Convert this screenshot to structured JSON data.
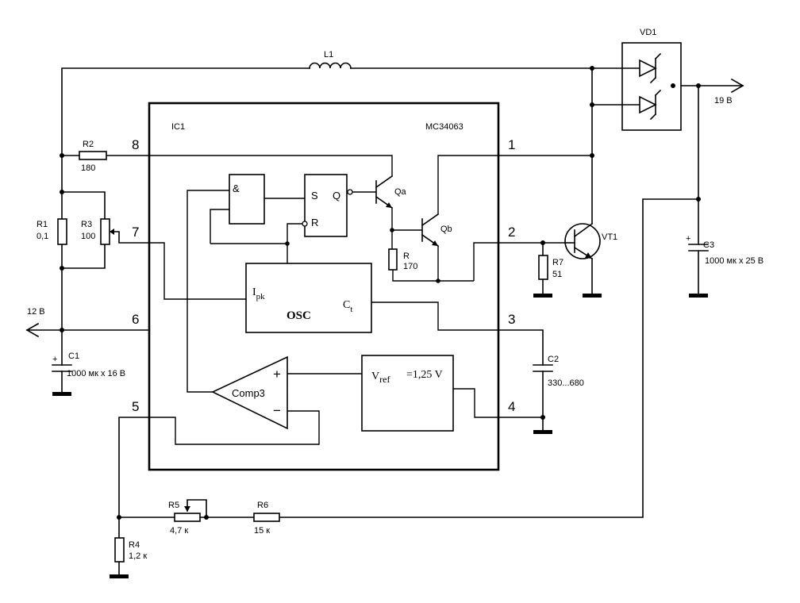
{
  "ic": {
    "designator": "IC1",
    "part": "MC34063",
    "pins": {
      "p1": "1",
      "p2": "2",
      "p3": "3",
      "p4": "4",
      "p5": "5",
      "p6": "6",
      "p7": "7",
      "p8": "8"
    },
    "and_gate": "&",
    "latch_s": "S",
    "latch_q": "Q",
    "latch_r": "R",
    "qa": "Qa",
    "qb": "Qb",
    "r_int": {
      "name": "R",
      "value": "170"
    },
    "osc": {
      "label": "OSC",
      "ipk": "I",
      "ipk_sub": "pk",
      "ct": "C",
      "ct_sub": "t"
    },
    "comp": {
      "label": "Comp3",
      "plus": "+",
      "minus": "−"
    },
    "vref": {
      "v": "V",
      "sub": "ref",
      "value": "=1,25 V"
    }
  },
  "components": {
    "l1": "L1",
    "vd1": "VD1",
    "vt1": "VT1",
    "r1": {
      "name": "R1",
      "value": "0,1"
    },
    "r2": {
      "name": "R2",
      "value": "180"
    },
    "r3": {
      "name": "R3",
      "value": "100"
    },
    "r4": {
      "name": "R4",
      "value": "1,2 к"
    },
    "r5": {
      "name": "R5",
      "value": "4,7 к"
    },
    "r6": {
      "name": "R6",
      "value": "15 к"
    },
    "r7": {
      "name": "R7",
      "value": "51"
    },
    "c1": {
      "name": "C1",
      "value": "1000 мк x 16 В"
    },
    "c2": {
      "name": "C2",
      "value": "330...680"
    },
    "c3": {
      "name": "C3",
      "value": "1000 мк x 25 В"
    }
  },
  "terminals": {
    "input_voltage": "12 В",
    "output_voltage": "19 В"
  }
}
